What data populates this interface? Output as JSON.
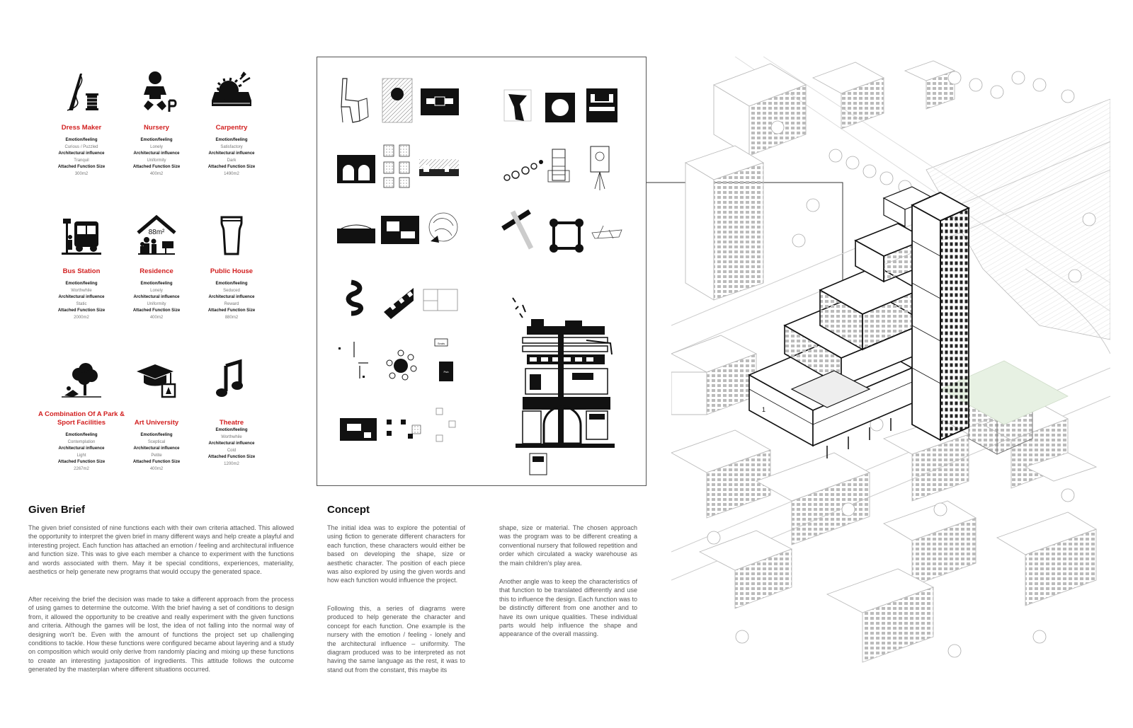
{
  "functions": [
    {
      "name": "Dress Maker",
      "icon": "sewing-needle-icon",
      "emotion_label": "Emotion/feeling",
      "emotion": "Curious / Puzzled",
      "influence_label": "Architectural influence",
      "influence": "Tranquil",
      "size_label": "Attached Function Size",
      "size": "300m2"
    },
    {
      "name": "Nursery",
      "icon": "baby-icon",
      "emotion_label": "Emotion/feeling",
      "emotion": "Lonely",
      "influence_label": "Architectural influence",
      "influence": "Uniformity",
      "size_label": "Attached Function Size",
      "size": "400m2"
    },
    {
      "name": "Carpentry",
      "icon": "saw-icon",
      "emotion_label": "Emotion/feeling",
      "emotion": "Satisfactory",
      "influence_label": "Architectural influence",
      "influence": "Dark",
      "size_label": "Attached Function Size",
      "size": "1490m2"
    },
    {
      "name": "Bus Station",
      "icon": "bus-icon",
      "emotion_label": "Emotion/feeling",
      "emotion": "Worthwhile",
      "influence_label": "Architectural influence",
      "influence": "Static",
      "size_label": "Attached Function Size",
      "size": "2000m2"
    },
    {
      "name": "Residence",
      "icon": "house-icon",
      "emotion_label": "Emotion/feeling",
      "emotion": "Lonely",
      "influence_label": "Architectural influence",
      "influence": "Uniformity",
      "size_label": "Attached Function Size",
      "size": "400m2"
    },
    {
      "name": "Public House",
      "icon": "pint-glass-icon",
      "emotion_label": "Emotion/feeling",
      "emotion": "Seduced",
      "influence_label": "Architectural influence",
      "influence": "Reward",
      "size_label": "Attached Function Size",
      "size": "880m2"
    },
    {
      "name": "A Combination Of A Park & Sport Facilities",
      "icon": "tree-icon",
      "emotion_label": "Emotion/feeling",
      "emotion": "Contemplation",
      "influence_label": "Architectural influence",
      "influence": "Light",
      "size_label": "Attached Function Size",
      "size": "2267m2"
    },
    {
      "name": "Art University",
      "icon": "graduation-cap-icon",
      "emotion_label": "Emotion/feeling",
      "emotion": "Sceptical",
      "influence_label": "Architectural influence",
      "influence": "Petite",
      "size_label": "Attached Function Size",
      "size": "400m2"
    },
    {
      "name": "Theatre",
      "icon": "music-note-icon",
      "emotion_label": "Emotion/feeling",
      "emotion": "Worthwhile",
      "influence_label": "Architectural influence",
      "influence": "Cold",
      "size_label": "Attached Function Size",
      "size": "1200m2"
    }
  ],
  "residence_icon_text": "88m²",
  "concept_labels": {
    "small_box": "Seats",
    "dark_box": "Pub"
  },
  "brief": {
    "heading": "Given Brief",
    "p1": "The given brief consisted of nine functions each with their own criteria attached. This allowed the opportunity to interpret the given brief in many different ways and help create a playful and interesting project. Each function has attached an emotion / feeling and architectural influence and function size. This was to give each member a chance to experiment with the functions and words associated with them. May it be special conditions, experiences, materiality, aesthetics or help generate new programs that would occupy the generated space.",
    "p2": "After receiving the brief the decision was made to take a different approach from the process of using games to determine the outcome. With the brief having a set of conditions to design from, it allowed the opportunity to be creative and really experiment with the given functions and criteria. Although the games will be lost, the idea of not falling into the normal way of designing won't be. Even with the amount of functions the project set up challenging conditions to tackle. How these functions were configured became about layering and a study on composition which would only derive from randomly placing and mixing up these functions to create an interesting juxtaposition of ingredients. This attitude follows the outcome generated by the masterplan where different situations occurred."
  },
  "concept": {
    "heading": "Concept",
    "col1_p1": "The initial idea was to explore the potential of using fiction to generate different characters for each function, these characters would either be based on developing the shape, size or aesthetic character. The position of each piece was also explored by using the given words and how each function would influence the project.",
    "col1_p2": "Following this, a series of diagrams were produced to help generate the character and concept for each function. One example is the nursery with the emotion / feeling - lonely and the architectural influence – uniformity. The diagram produced was to be interpreted as not having the same language as the rest, it was to stand out from the constant, this maybe its",
    "col2_p1": "shape, size or material. The chosen approach was the program was to be different creating a conventional nursery that followed repetition and order which circulated a wacky warehouse as the main children's play area.",
    "col2_p2": "Another angle was to keep the characteristics of that function to be translated differently and use this to influence the design. Each function was to be distinctly different from one another and to have its own unique qualities. These individual parts would help influence the shape and appearance of the overall massing."
  },
  "axo_label": "1"
}
